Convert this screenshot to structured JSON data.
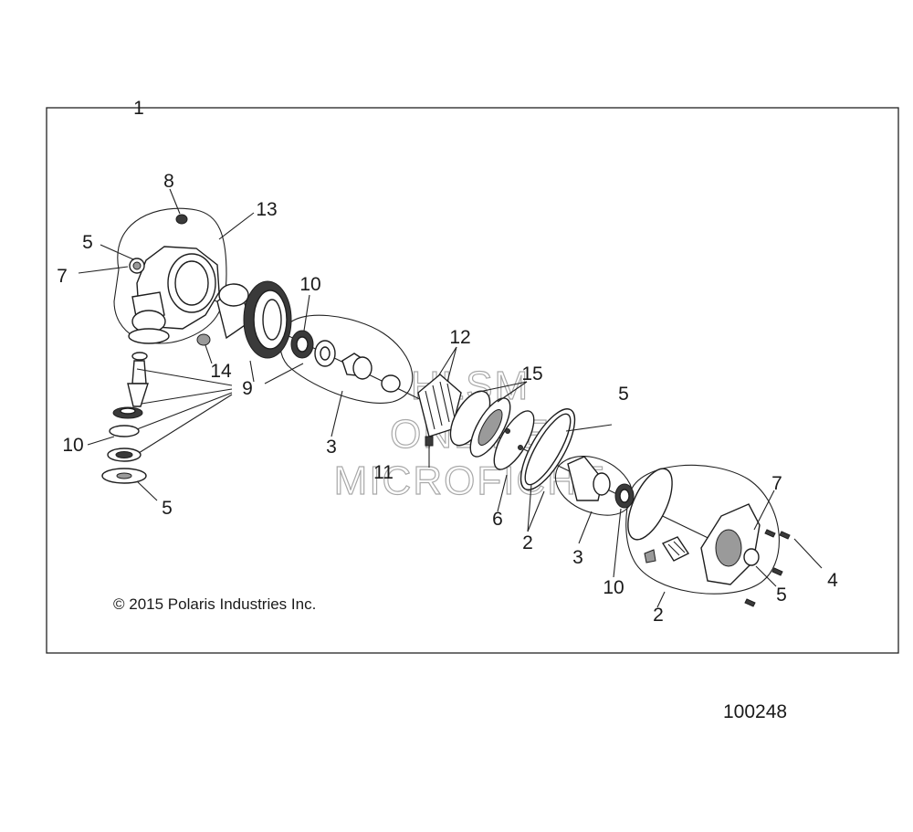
{
  "diagram": {
    "callouts": {
      "c1": "1",
      "c2a": "2",
      "c2b": "2",
      "c3a": "3",
      "c3b": "3",
      "c4": "4",
      "c5a": "5",
      "c5b": "5",
      "c5c": "5",
      "c5d": "5",
      "c6": "6",
      "c7a": "7",
      "c7b": "7",
      "c8": "8",
      "c9": "9",
      "c10a": "10",
      "c10b": "10",
      "c10c": "10",
      "c11": "11",
      "c12": "12",
      "c13": "13",
      "c14": "14",
      "c15": "15"
    },
    "watermark": {
      "line1": "HLSM",
      "line2": "ONLINE",
      "line3": "MICROFICHE"
    },
    "copyright": "© 2015 Polaris Industries Inc.",
    "figure_number": "100248"
  }
}
